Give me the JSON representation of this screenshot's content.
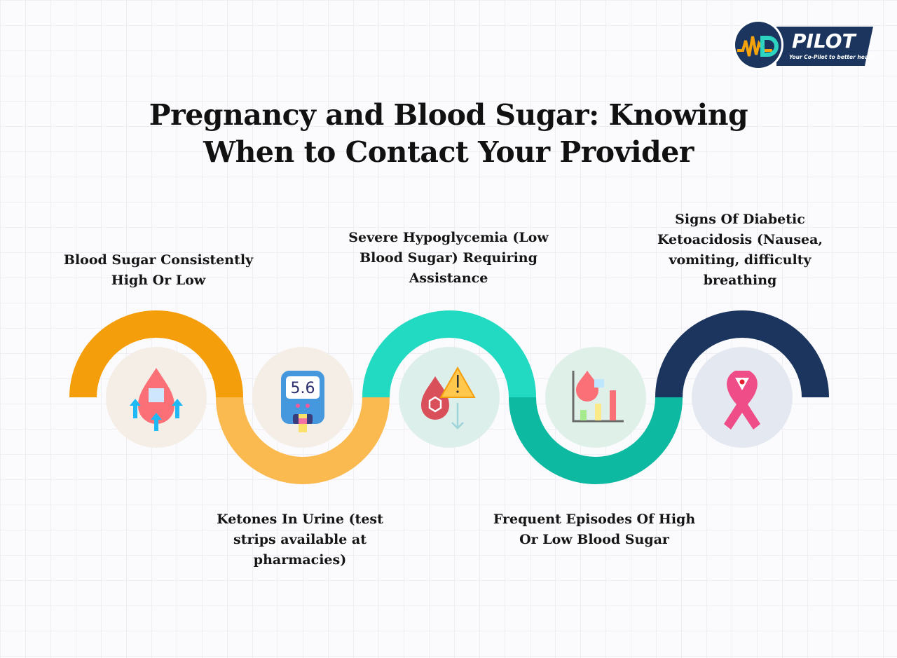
{
  "title": {
    "line1": "Pregnancy and Blood Sugar: Knowing",
    "line2": "When to Contact Your Provider"
  },
  "logo": {
    "text": "PILOT",
    "mark": "MD",
    "tagline": "Your Co-Pilot to better health"
  },
  "steps": [
    {
      "label": "Blood Sugar Consistently High Or Low",
      "color": "#F59E0B",
      "icon": "blood-drop-sugar-up-icon"
    },
    {
      "label": "Ketones In Urine (test strips available at pharmacies)",
      "color": "#FBBA4F",
      "icon": "glucometer-icon",
      "meter_reading": "5.6"
    },
    {
      "label": "Severe Hypoglycemia (Low Blood Sugar) Requiring Assistance",
      "color": "#22D9C2",
      "icon": "blood-drop-warning-icon"
    },
    {
      "label": "Frequent Episodes Of High Or Low Blood Sugar",
      "color": "#0DB9A0",
      "icon": "blood-sugar-chart-icon"
    },
    {
      "label": "Signs Of Diabetic Ketoacidosis (Nausea, vomiting, difficulty breathing",
      "color": "#1B355E",
      "icon": "awareness-ribbon-icon"
    }
  ]
}
